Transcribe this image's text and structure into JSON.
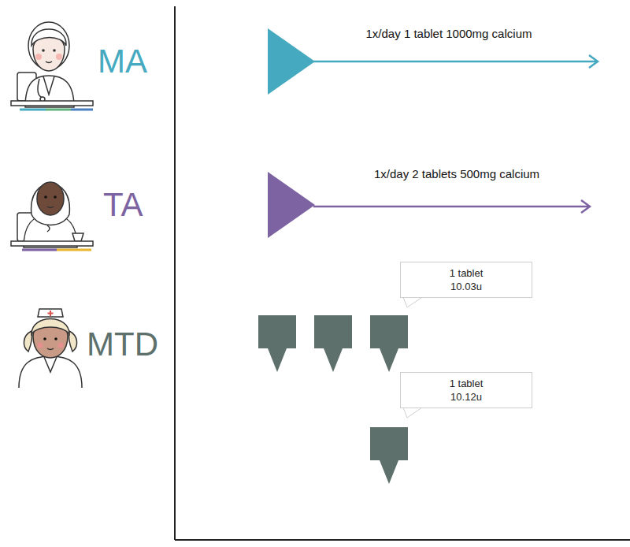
{
  "diagram": {
    "nodes": [
      {
        "text": [
          "1 tablet 10.03u"
        ]
      },
      {
        "text": [
          "1 tablet 10.12u"
        ]
      }
    ],
    "labels": [
      "MA",
      "TA",
      "MTD",
      "1x/day 1 tablet 1000mg calcium",
      "1x/day 2 tablets 500mg calcium"
    ]
  }
}
